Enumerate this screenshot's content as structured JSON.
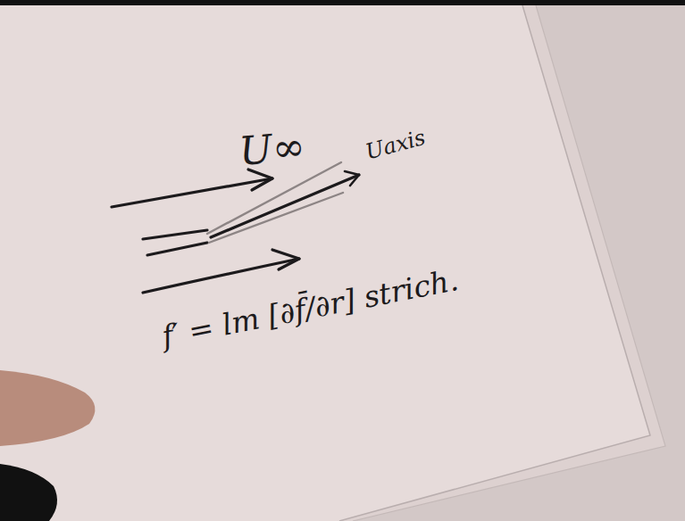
{
  "diagram": {
    "labels": [
      "U∞",
      "Uaxis",
      "f′ = lm [∂f̄/∂r] strich."
    ]
  }
}
